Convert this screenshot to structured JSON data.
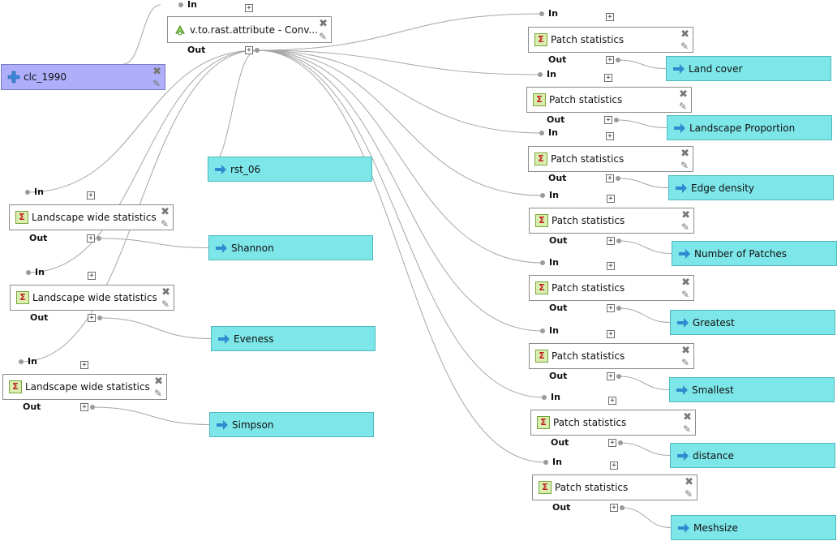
{
  "diagram": {
    "inputs": [
      {
        "id": "clc",
        "label": "clc_1990",
        "icon": "plus-icon",
        "color": "#aeaefa"
      }
    ],
    "algorithms": [
      {
        "id": "vrast",
        "label": "v.to.rast.attribute - Conv...",
        "icon": "vector-to-raster-icon"
      },
      {
        "id": "lw1",
        "label": "Landscape wide statistics",
        "icon": "sigma-icon"
      },
      {
        "id": "lw2",
        "label": "Landscape wide statistics",
        "icon": "sigma-icon"
      },
      {
        "id": "lw3",
        "label": "Landscape wide statistics",
        "icon": "sigma-icon"
      },
      {
        "id": "ps1",
        "label": "Patch statistics",
        "icon": "sigma-icon"
      },
      {
        "id": "ps2",
        "label": "Patch statistics",
        "icon": "sigma-icon"
      },
      {
        "id": "ps3",
        "label": "Patch statistics",
        "icon": "sigma-icon"
      },
      {
        "id": "ps4",
        "label": "Patch statistics",
        "icon": "sigma-icon"
      },
      {
        "id": "ps5",
        "label": "Patch statistics",
        "icon": "sigma-icon"
      },
      {
        "id": "ps6",
        "label": "Patch statistics",
        "icon": "sigma-icon"
      },
      {
        "id": "ps7",
        "label": "Patch statistics",
        "icon": "sigma-icon"
      },
      {
        "id": "ps8",
        "label": "Patch statistics",
        "icon": "sigma-icon"
      }
    ],
    "outputs": [
      {
        "id": "rst",
        "label": "rst_06",
        "icon": "arrow-right-icon",
        "color": "#7de6e8"
      },
      {
        "id": "shannon",
        "label": "Shannon",
        "icon": "arrow-right-icon"
      },
      {
        "id": "eveness",
        "label": "Eveness",
        "icon": "arrow-right-icon"
      },
      {
        "id": "simpson",
        "label": "Simpson",
        "icon": "arrow-right-icon"
      },
      {
        "id": "landcover",
        "label": "Land cover",
        "icon": "arrow-right-icon"
      },
      {
        "id": "landprop",
        "label": "Landscape Proportion",
        "icon": "arrow-right-icon"
      },
      {
        "id": "edge",
        "label": "Edge density",
        "icon": "arrow-right-icon"
      },
      {
        "id": "npatch",
        "label": "Number of Patches",
        "icon": "arrow-right-icon"
      },
      {
        "id": "greatest",
        "label": "Greatest",
        "icon": "arrow-right-icon"
      },
      {
        "id": "smallest",
        "label": "Smallest",
        "icon": "arrow-right-icon"
      },
      {
        "id": "distance",
        "label": "distance",
        "icon": "arrow-right-icon"
      },
      {
        "id": "meshsize",
        "label": "Meshsize",
        "icon": "arrow-right-icon"
      }
    ],
    "port_in": "In",
    "port_out": "Out",
    "plus_symbol": "+",
    "delete_symbol": "✖",
    "edit_symbol": "✎",
    "sigma_symbol": "Σ",
    "edge_color": "#a6a6a6"
  }
}
